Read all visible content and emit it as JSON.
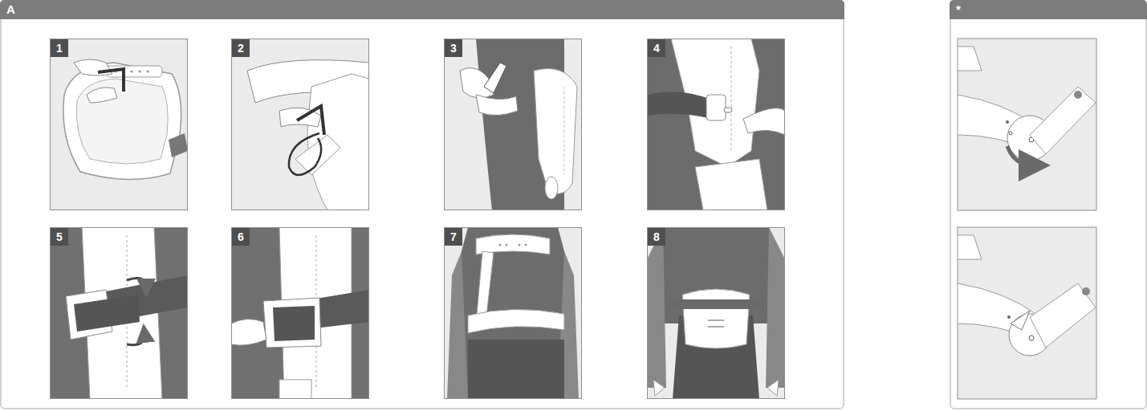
{
  "diagram": {
    "nodes": [
      {
        "text": [
          "A"
        ]
      },
      {
        "text": [
          "1"
        ],
        "in": 0
      },
      {
        "text": [
          "2"
        ],
        "in": 0
      },
      {
        "text": [
          "3"
        ],
        "in": 0
      },
      {
        "text": [
          "4"
        ],
        "in": 0
      },
      {
        "text": [
          "5"
        ],
        "in": 0
      },
      {
        "text": [
          "6"
        ],
        "in": 0
      },
      {
        "text": [
          "7"
        ],
        "in": 0
      },
      {
        "text": [
          "8"
        ],
        "in": 0
      },
      {
        "text": [
          "*"
        ]
      }
    ]
  }
}
